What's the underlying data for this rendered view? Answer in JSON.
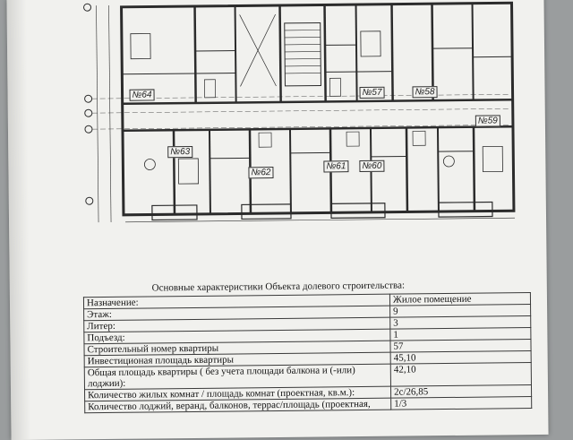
{
  "plan": {
    "unit_labels": [
      "№64",
      "№57",
      "№58",
      "№59",
      "№63",
      "№62",
      "№61",
      "№60"
    ]
  },
  "caption": "Основные характеристики Объекта долевого строительства:",
  "table": {
    "rows": [
      {
        "label": "Назначение:",
        "value": "Жилое помещение"
      },
      {
        "label": "Этаж:",
        "value": "9"
      },
      {
        "label": "Литер:",
        "value": "3"
      },
      {
        "label": "Подъезд:",
        "value": "1"
      },
      {
        "label": "Строительный номер квартиры",
        "value": "57"
      },
      {
        "label": "Инвестиционая площадь квартиры",
        "value": "45,10"
      },
      {
        "label": "Общая площадь квартиры ( без учета площади балкона и (-или) лоджии):",
        "value": "42,10"
      },
      {
        "label": "Количество жилых комнат / площадь комнат (проектная, кв.м.):",
        "value": "2с/26,85"
      },
      {
        "label": "Количество лоджий, веранд, балконов, террас/площадь (проектная,",
        "value": "1/3"
      }
    ]
  }
}
